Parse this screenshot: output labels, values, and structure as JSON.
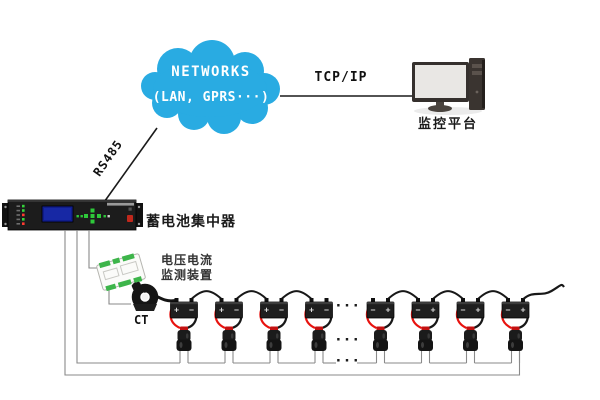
{
  "title": "battery-monitoring-system-diagram",
  "cloud": {
    "line1": "NETWORKS",
    "line2": "(LAN, GPRS···)",
    "color": "#29abe2"
  },
  "links": {
    "tcpip_label": "TCP/IP",
    "rs485_label": "RS485"
  },
  "monitor_station": {
    "label": "监控平台"
  },
  "concentrator": {
    "label": "蓄电池集中器"
  },
  "monitor_module": {
    "label_line1": "电压电流",
    "label_line2": "监测装置"
  },
  "ct": {
    "label": "CT"
  },
  "battery_string": {
    "left_group_count": 4,
    "right_group_count": 4,
    "left_polarity": [
      "+",
      "−"
    ],
    "right_polarity": [
      "−",
      "+"
    ],
    "ellipsis": "···"
  },
  "colors": {
    "cloud_blue": "#29abe2",
    "wire_red": "#e8130f",
    "wire_black": "#181818",
    "bus_gray": "#8a8a8a",
    "battery_body": "#1f1f1f",
    "sensor_body": "#141414",
    "sensor_cap_red": "#c41111",
    "lcd_blue": "#101d8c",
    "led_green": "#35d23c",
    "led_red": "#ff3b30",
    "button_red": "#c0281c",
    "pcb_green": "#3db54a"
  }
}
